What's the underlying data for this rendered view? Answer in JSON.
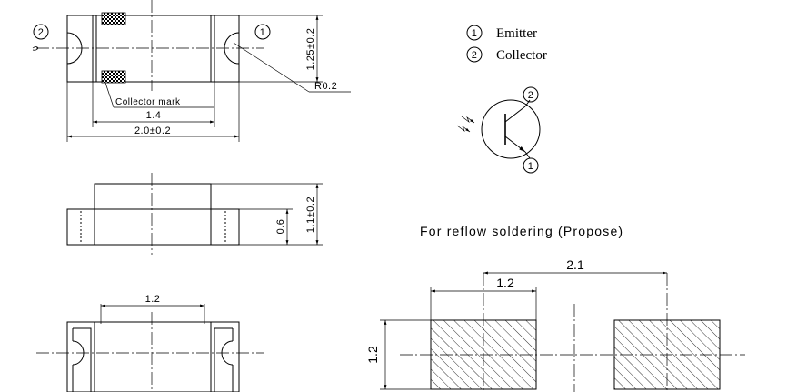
{
  "top_view": {
    "pin2_marker": "2",
    "pin1_marker": "1",
    "height_dim": "1.25±0.2",
    "radius_label": "R0.2",
    "collector_mark_label": "Collector mark",
    "inner_width_dim": "1.4",
    "overall_width_dim": "2.0±0.2"
  },
  "side_view": {
    "terminal_height_dim": "0.6",
    "overall_height_dim": "1.1±0.2"
  },
  "bottom_view": {
    "terminal_gap_dim": "1.2"
  },
  "legend": {
    "items": [
      {
        "marker": "1",
        "label": "Emitter"
      },
      {
        "marker": "2",
        "label": "Collector"
      }
    ]
  },
  "symbol": {
    "pin_top": "2",
    "pin_bottom": "1"
  },
  "reflow": {
    "title": "For reflow soldering (Propose)",
    "pad_pitch_dim": "2.1",
    "pad_width_dim": "1.2",
    "pad_height_dim": "1.2"
  }
}
